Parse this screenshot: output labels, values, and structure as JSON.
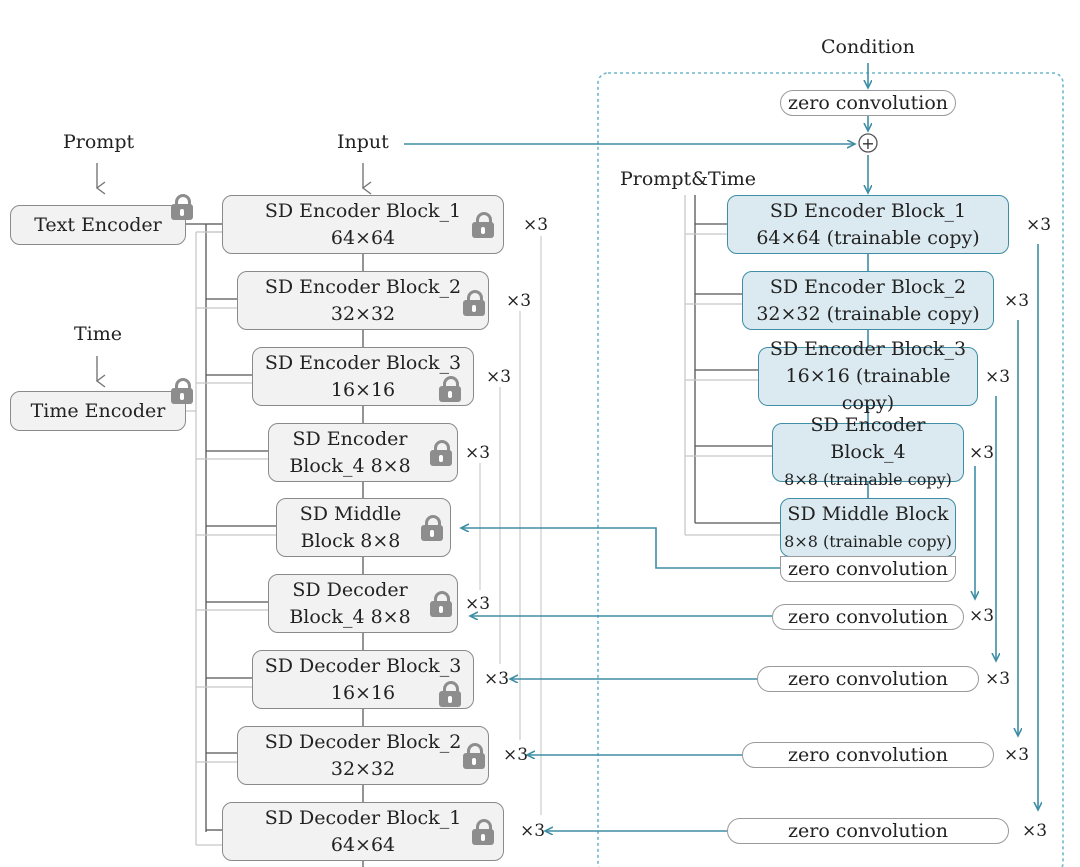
{
  "labels": {
    "condition": "Condition",
    "prompt": "Prompt",
    "input": "Input",
    "time": "Time",
    "prompt_time": "Prompt&Time"
  },
  "encoders": {
    "text": "Text Encoder",
    "time": "Time Encoder"
  },
  "locked_blocks": [
    {
      "line1": "SD Encoder Block_1",
      "line2": "64×64",
      "mult": "×3"
    },
    {
      "line1": "SD Encoder Block_2",
      "line2": "32×32",
      "mult": "×3"
    },
    {
      "line1": "SD Encoder Block_3",
      "line2": "16×16",
      "mult": "×3"
    },
    {
      "line1": "SD Encoder",
      "line2": "Block_4 8×8",
      "mult": "×3"
    },
    {
      "line1": "SD Middle",
      "line2": "Block 8×8",
      "mult": ""
    },
    {
      "line1": "SD Decoder",
      "line2": "Block_4 8×8",
      "mult": "×3"
    },
    {
      "line1": "SD Decoder Block_3",
      "line2": "16×16",
      "mult": "×3"
    },
    {
      "line1": "SD Decoder Block_2",
      "line2": "32×32",
      "mult": "×3"
    },
    {
      "line1": "SD Decoder Block_1",
      "line2": "64×64",
      "mult": "×3"
    }
  ],
  "copy_blocks": [
    {
      "line1": "SD Encoder Block_1",
      "line2": "64×64 (trainable copy)",
      "mult": "×3"
    },
    {
      "line1": "SD Encoder Block_2",
      "line2": "32×32 (trainable copy)",
      "mult": "×3"
    },
    {
      "line1": "SD Encoder Block_3",
      "line2": "16×16 (trainable copy)",
      "mult": "×3"
    },
    {
      "line1": "SD Encoder Block_4",
      "line2": "8×8 (trainable copy)",
      "mult": "×3"
    },
    {
      "line1": "SD Middle Block",
      "line2": "8×8 (trainable copy)",
      "mult": ""
    }
  ],
  "zero_conv": {
    "top": "zero convolution",
    "middle": "zero convolution",
    "outputs": [
      {
        "label": "zero convolution",
        "mult": "×3"
      },
      {
        "label": "zero convolution",
        "mult": "×3"
      },
      {
        "label": "zero convolution",
        "mult": "×3"
      },
      {
        "label": "zero convolution",
        "mult": "×3"
      }
    ]
  },
  "plus_symbol": "+"
}
